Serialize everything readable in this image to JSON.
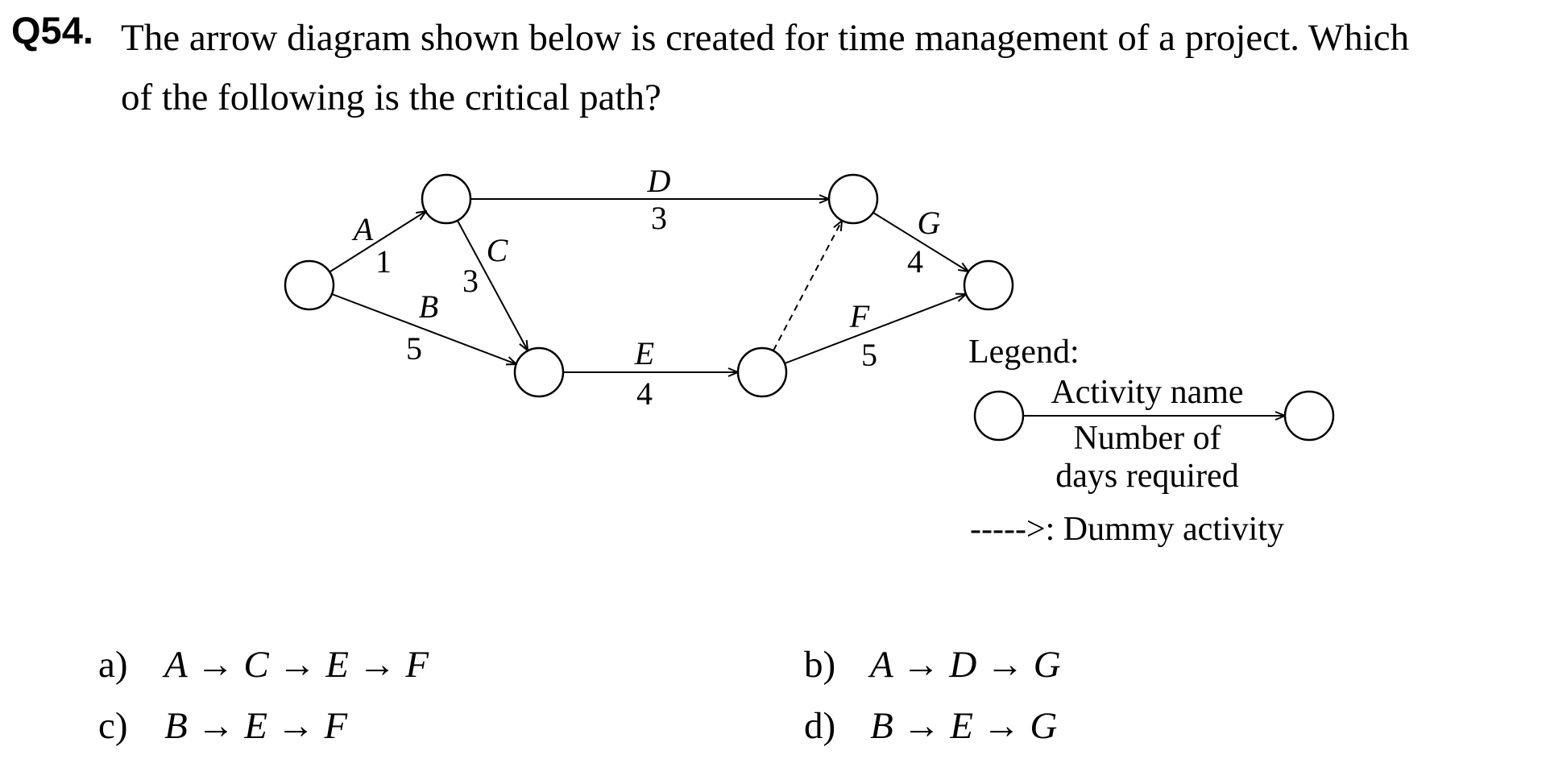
{
  "question": {
    "number": "Q54.",
    "line1": "The arrow diagram shown below is created for time management of a project.    Which",
    "line2": "of the following is the critical path?"
  },
  "diagram": {
    "activities": [
      {
        "name": "A",
        "days": "1"
      },
      {
        "name": "B",
        "days": "5"
      },
      {
        "name": "C",
        "days": "3"
      },
      {
        "name": "D",
        "days": "3"
      },
      {
        "name": "E",
        "days": "4"
      },
      {
        "name": "F",
        "days": "5"
      },
      {
        "name": "G",
        "days": "4"
      }
    ],
    "legend": {
      "title": "Legend:",
      "activity_name": "Activity name",
      "days_line1": "Number of",
      "days_line2": "days required",
      "dummy": "----->: Dummy activity"
    }
  },
  "options": [
    {
      "letter": "a)",
      "path": "A → C → E → F"
    },
    {
      "letter": "b)",
      "path": "A → D → G"
    },
    {
      "letter": "c)",
      "path": "B → E → F"
    },
    {
      "letter": "d)",
      "path": "B → E → G"
    }
  ]
}
